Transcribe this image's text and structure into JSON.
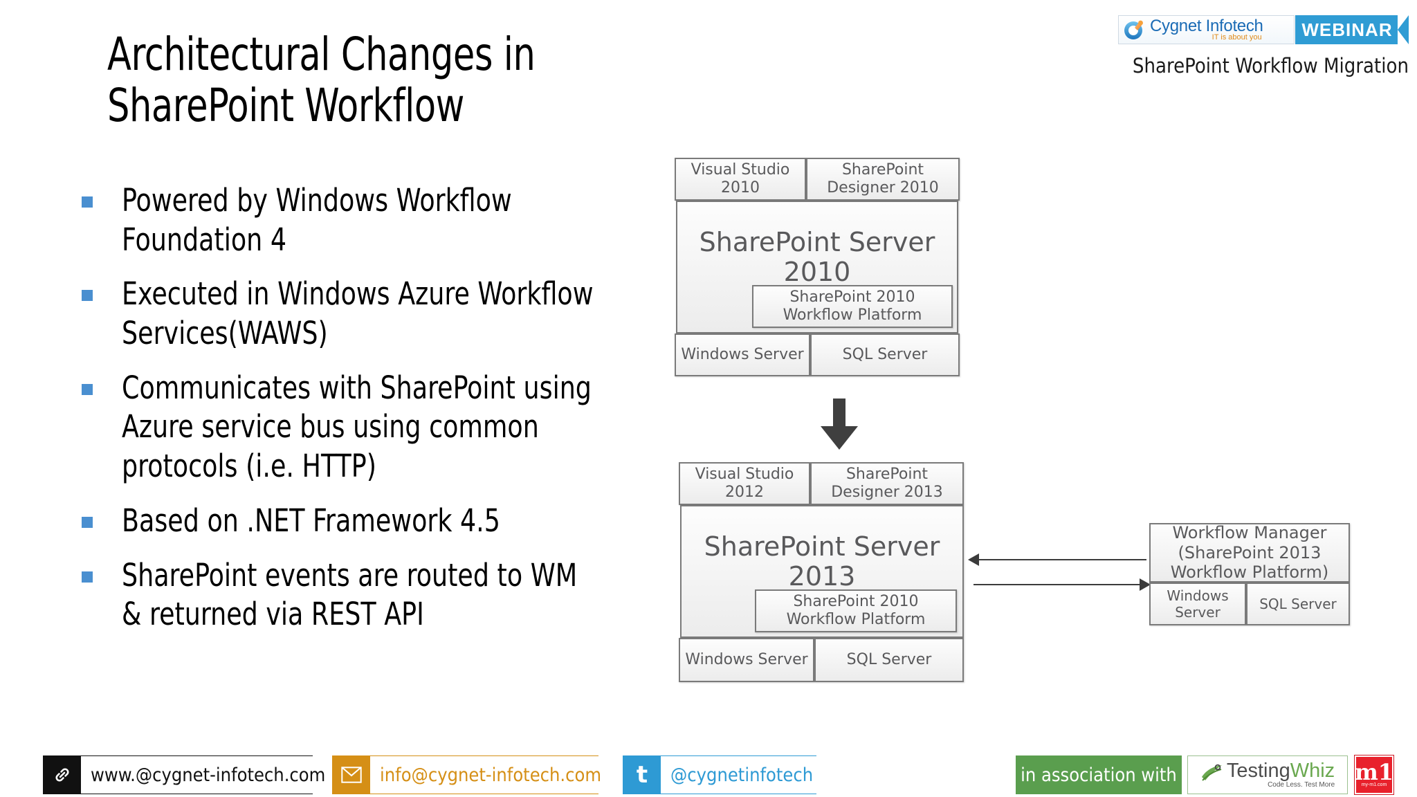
{
  "slide": {
    "title": "Architectural Changes in\nSharePoint Workflow",
    "bullets": [
      "Powered by Windows Workflow Foundation 4",
      "Executed in Windows Azure Workflow Services(WAWS)",
      "Communicates with SharePoint using Azure service bus using common protocols (i.e. HTTP)",
      "Based on .NET Framework 4.5",
      "SharePoint events are routed to WM & returned via REST API"
    ],
    "bullet_color": "#4a8fd0"
  },
  "header": {
    "brand_name": "Cygnet Infotech",
    "brand_tagline": "IT is about you",
    "ribbon_label": "WEBINAR",
    "ribbon_color": "#2f9cd4",
    "subtitle": "SharePoint Workflow Migration",
    "logo_icon": "cygnet-circle-icon"
  },
  "diagram": {
    "type": "architecture-comparison",
    "top_stack": {
      "tools": [
        "Visual Studio\n2010",
        "SharePoint\nDesigner 2010"
      ],
      "server": "SharePoint Server\n2010",
      "inner_platform": "SharePoint 2010\nWorkflow Platform",
      "infrastructure": [
        "Windows Server",
        "SQL Server"
      ]
    },
    "transition_icon": "down-arrow-icon",
    "bottom_stack": {
      "tools": [
        "Visual Studio\n2012",
        "SharePoint\nDesigner 2013"
      ],
      "server": "SharePoint Server\n2013",
      "inner_platform": "SharePoint 2010\nWorkflow Platform",
      "infrastructure": [
        "Windows Server",
        "SQL Server"
      ]
    },
    "side_stack": {
      "title": "Workflow Manager\n(SharePoint 2013\nWorkflow Platform)",
      "infrastructure": [
        "Windows\nServer",
        "SQL Server"
      ]
    },
    "connectors": [
      "arrow-left-icon",
      "arrow-right-icon"
    ]
  },
  "footer": {
    "website": "www.@cygnet-infotech.com",
    "email": "info@cygnet-infotech.com",
    "twitter": "@cygnetinfotech",
    "association_label": "in association with",
    "partner_name": "TestingWhiz",
    "partner_tagline": "Code Less. Test More",
    "partner2_name": "m1",
    "partner2_url": "my-m1.com",
    "website_icon": "link-icon",
    "email_icon": "envelope-icon",
    "twitter_icon": "twitter-bird-icon"
  }
}
